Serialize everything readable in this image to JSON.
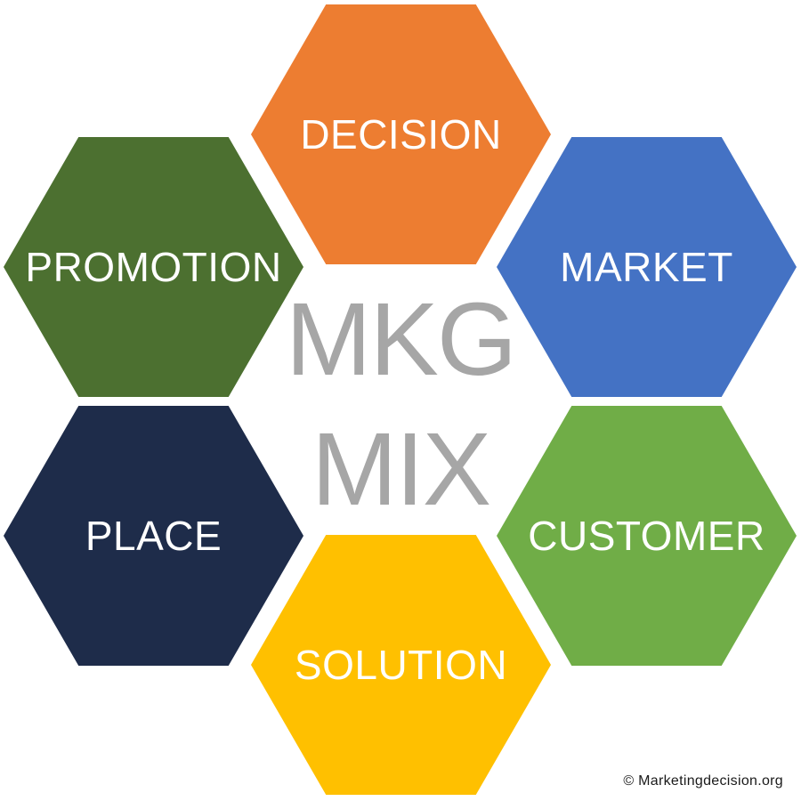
{
  "diagram": {
    "title": "Marketing mix hexagon diagram",
    "center": {
      "line1": "MKG",
      "line2": "MIX",
      "color": "#A6A6A6"
    },
    "label_text_color": "#FFFFFF",
    "hexagons": [
      {
        "id": "decision",
        "label": "DECISION",
        "color": "#ED7D31",
        "position": "top"
      },
      {
        "id": "market",
        "label": "MARKET",
        "color": "#4472C4",
        "position": "upper-right"
      },
      {
        "id": "customer",
        "label": "CUSTOMER",
        "color": "#70AD47",
        "position": "lower-right"
      },
      {
        "id": "solution",
        "label": "SOLUTION",
        "color": "#FFC000",
        "position": "bottom"
      },
      {
        "id": "place",
        "label": "PLACE",
        "color": "#1E2C4A",
        "position": "lower-left"
      },
      {
        "id": "promotion",
        "label": "PROMOTION",
        "color": "#4C7030",
        "position": "upper-left"
      }
    ]
  },
  "footer": {
    "copyright": "© Marketingdecision.org",
    "color": "#1A1A1A"
  }
}
